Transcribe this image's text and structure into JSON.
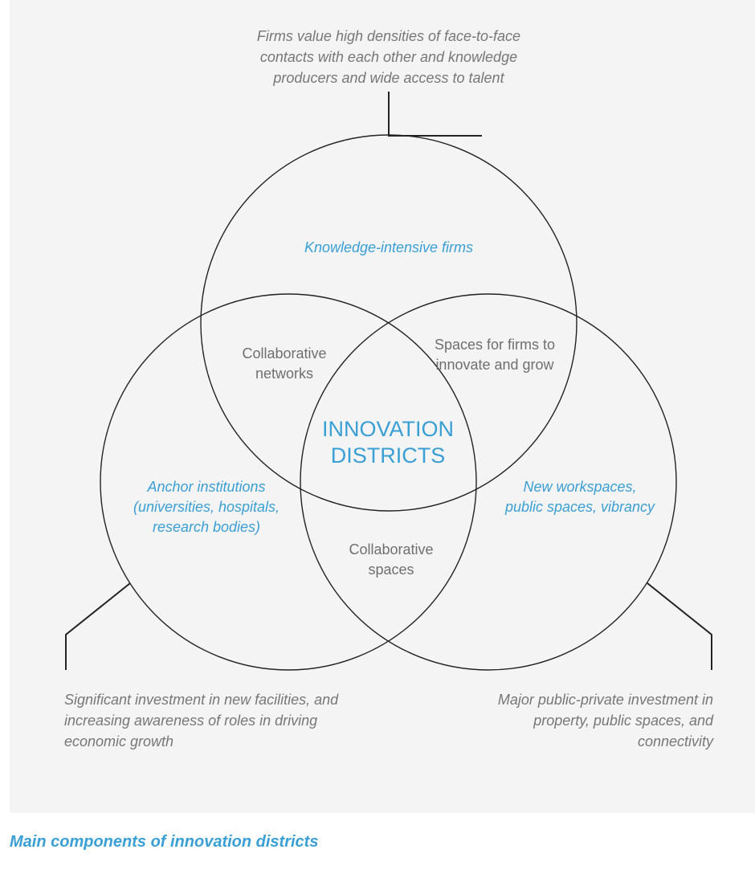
{
  "notes": {
    "top": "Firms value high densities of face-to-face contacts with each other and knowledge producers and wide access to talent",
    "bottom_left": "Significant investment in new facilities, and increasing awareness of roles in driving economic growth",
    "bottom_right": "Major public-private investment in property, public spaces, and connectivity"
  },
  "circles": {
    "top": "Knowledge-intensive firms",
    "left": "Anchor institutions (universities, hospitals, research bodies)",
    "right": "New workspaces, public spaces, vibrancy"
  },
  "overlaps": {
    "top_left": "Collaborative networks",
    "top_right": "Spaces for firms to innovate and grow",
    "bottom": "Collaborative spaces"
  },
  "center": "INNOVATION DISTRICTS",
  "caption": "Main components of innovation districts",
  "colors": {
    "accent": "#3a9fd5",
    "panel": "#f4f4f4",
    "line": "#222222",
    "text_grey": "#6f6f6f"
  }
}
